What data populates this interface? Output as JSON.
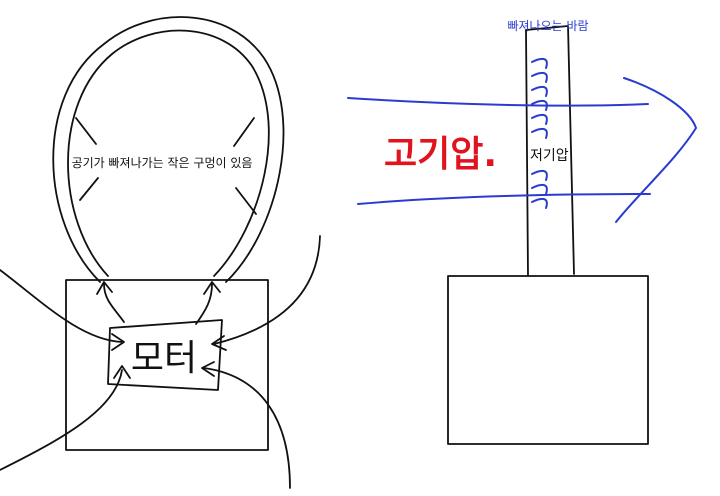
{
  "left_diagram": {
    "motor_label": "모터",
    "hole_caption": "공기가 빠져나가는 작은 구멍이 있음"
  },
  "right_diagram": {
    "escaping_wind_label": "빠져나오는 바람",
    "high_pressure_label": "고기압.",
    "low_pressure_label": "저기압"
  },
  "colors": {
    "ink": "#111111",
    "airflow": "#2a3ccf",
    "high_pressure": "#e0141e"
  }
}
